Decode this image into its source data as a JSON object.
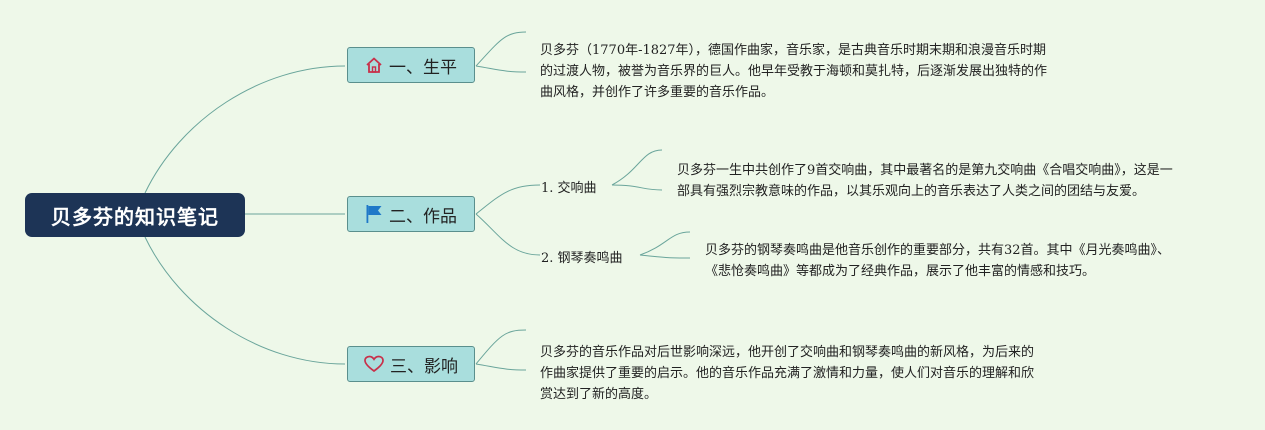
{
  "root": {
    "title": "贝多芬的知识笔记"
  },
  "branches": [
    {
      "label": "一、生平",
      "icon": "home-icon",
      "description": "贝多芬（1770年-1827年），德国作曲家，音乐家，是古典音乐时期末期和浪漫音乐时期的过渡人物，被誉为音乐界的巨人。他早年受教于海顿和莫扎特，后逐渐发展出独特的作曲风格，并创作了许多重要的音乐作品。"
    },
    {
      "label": "二、作品",
      "icon": "flag-icon",
      "children": [
        {
          "label": "1. 交响曲",
          "description": "贝多芬一生中共创作了9首交响曲，其中最著名的是第九交响曲《合唱交响曲》，这是一部具有强烈宗教意味的作品，以其乐观向上的音乐表达了人类之间的团结与友爱。"
        },
        {
          "label": "2. 钢琴奏鸣曲",
          "description": "贝多芬的钢琴奏鸣曲是他音乐创作的重要部分，共有32首。其中《月光奏鸣曲》、《悲怆奏鸣曲》等都成为了经典作品，展示了他丰富的情感和技巧。"
        }
      ]
    },
    {
      "label": "三、影响",
      "icon": "heart-icon",
      "description": "贝多芬的音乐作品对后世影响深远，他开创了交响曲和钢琴奏鸣曲的新风格，为后来的作曲家提供了重要的启示。他的音乐作品充满了激情和力量，使人们对音乐的理解和欣赏达到了新的高度。"
    }
  ],
  "colors": {
    "background": "#eef8e9",
    "root_fill": "#1d3456",
    "branch_fill": "#a9dedd",
    "branch_border": "#5a8f8d",
    "connector": "#6aa59b",
    "home_icon": "#c8304a",
    "flag_icon": "#1f78c8",
    "heart_icon": "#c8304a"
  }
}
